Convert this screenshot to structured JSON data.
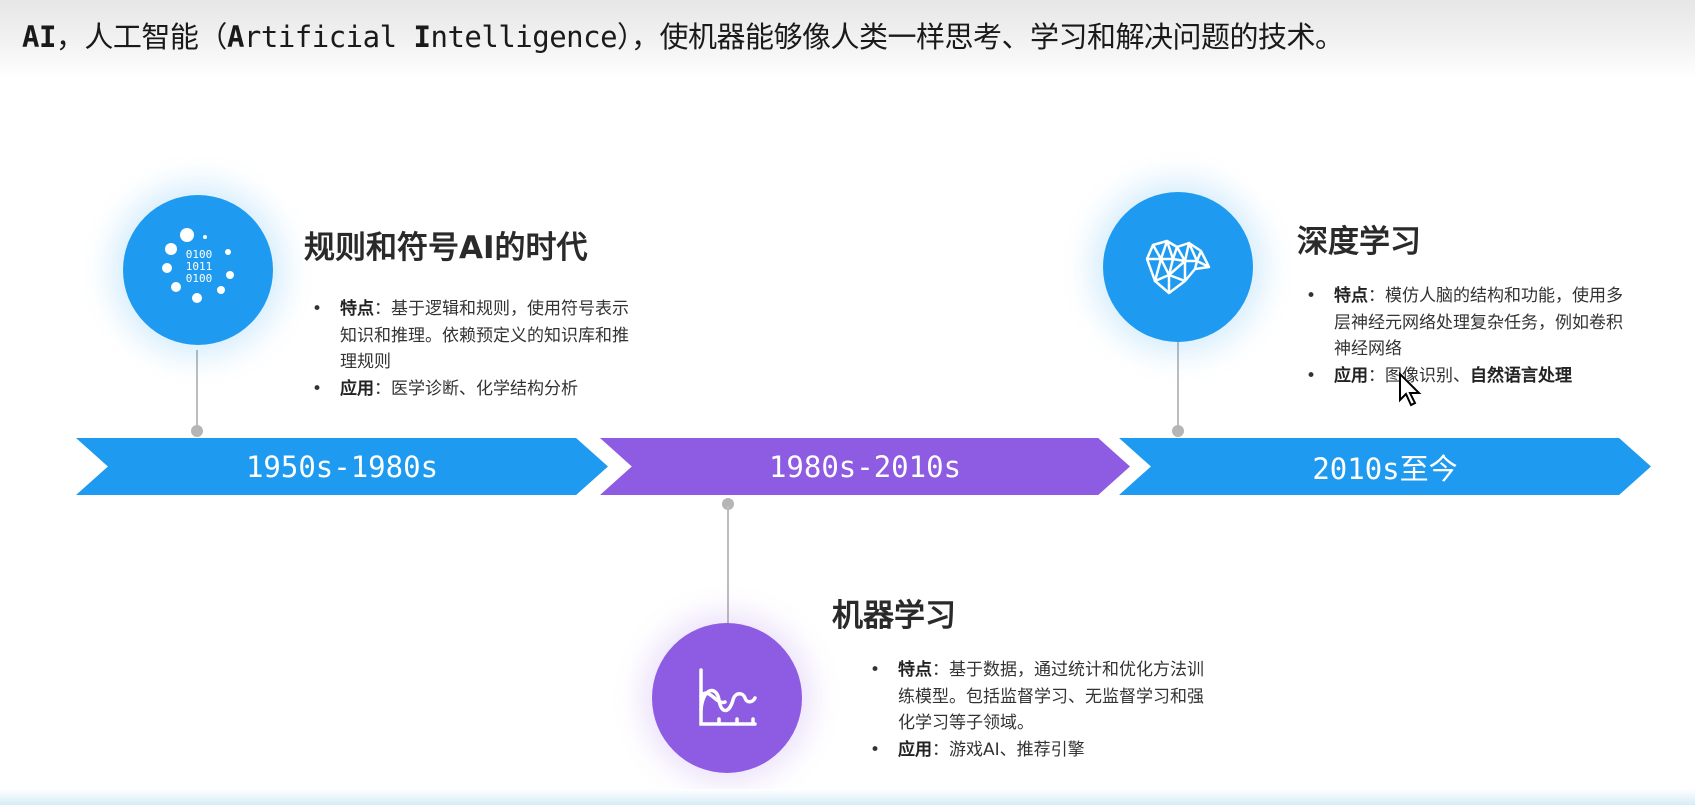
{
  "header": {
    "ai": "AI",
    "prefix": "，人工智能（",
    "a": "A",
    "rtificial": "rtificial ",
    "i": "I",
    "ntelligence": "ntelligence",
    "suffix": "），使机器能够像人类一样思考、学习和解决问题的技术。"
  },
  "timeline": {
    "periods": [
      {
        "label": "1950s-1980s",
        "color": "#1e9bf0"
      },
      {
        "label": "1980s-2010s",
        "color": "#8e5be3"
      },
      {
        "label": "2010s至今",
        "color": "#1e9bf0"
      }
    ],
    "eras": [
      {
        "title": "规则和符号AI的时代",
        "icon": "binary-data-icon",
        "icon_text": [
          "0100",
          "1011",
          "0100"
        ],
        "feature_label": "特点",
        "feature": "：基于逻辑和规则，使用符号表示知识和推理。依赖预定义的知识库和推理规则",
        "app_label": "应用",
        "app": "：医学诊断、化学结构分析"
      },
      {
        "title": "机器学习",
        "icon": "chart-curve-icon",
        "feature_label": "特点",
        "feature": "：基于数据，通过统计和优化方法训练模型。包括监督学习、无监督学习和强化学习等子领域。",
        "app_label": "应用",
        "app": "：游戏AI、推荐引擎"
      },
      {
        "title": "深度学习",
        "icon": "brain-network-icon",
        "feature_label": "特点",
        "feature": "：模仿人脑的结构和功能，使用多层神经元网络处理复杂任务，例如卷积神经网络",
        "app_label": "应用",
        "app": "：图像识别、",
        "app_bold": "自然语言处理"
      }
    ]
  }
}
